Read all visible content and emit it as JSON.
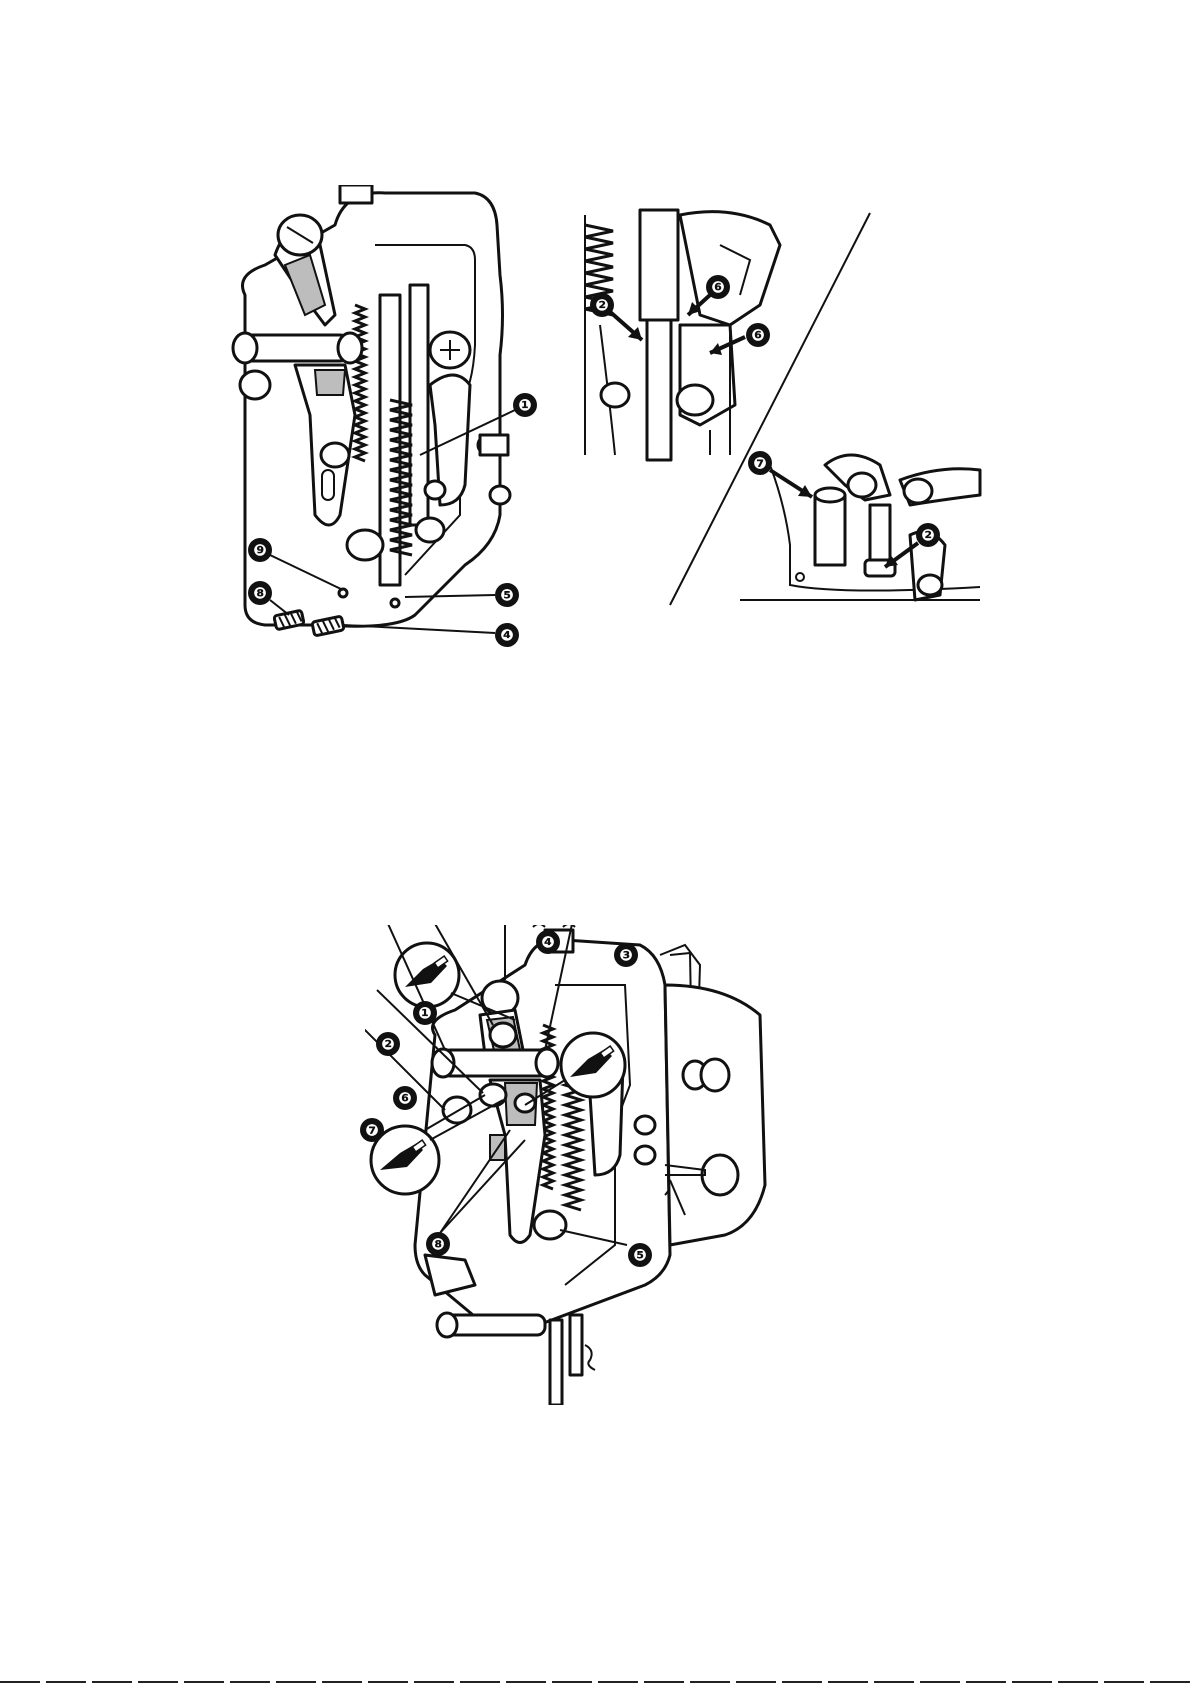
{
  "figure_top_left": {
    "callouts": [
      {
        "id": "c1",
        "label": "❶"
      },
      {
        "id": "c4",
        "label": "❹"
      },
      {
        "id": "c5",
        "label": "❺"
      },
      {
        "id": "c8",
        "label": "❽"
      },
      {
        "id": "c9",
        "label": "❾"
      }
    ]
  },
  "figure_top_right": {
    "callouts": [
      {
        "id": "c2a",
        "label": "❷"
      },
      {
        "id": "c6a",
        "label": "❻"
      },
      {
        "id": "c6b",
        "label": "❻"
      },
      {
        "id": "c7",
        "label": "❼"
      },
      {
        "id": "c2b",
        "label": "❷"
      }
    ]
  },
  "figure_bottom": {
    "callouts": [
      {
        "id": "c1",
        "label": "❶"
      },
      {
        "id": "c2",
        "label": "❷"
      },
      {
        "id": "c3",
        "label": "❸"
      },
      {
        "id": "c4",
        "label": "❹"
      },
      {
        "id": "c5",
        "label": "❺"
      },
      {
        "id": "c6",
        "label": "❻"
      },
      {
        "id": "c7",
        "label": "❼"
      },
      {
        "id": "c8",
        "label": "❽"
      }
    ],
    "oil_icons": [
      "oil-can-icon",
      "oil-can-icon",
      "oil-can-icon"
    ]
  }
}
